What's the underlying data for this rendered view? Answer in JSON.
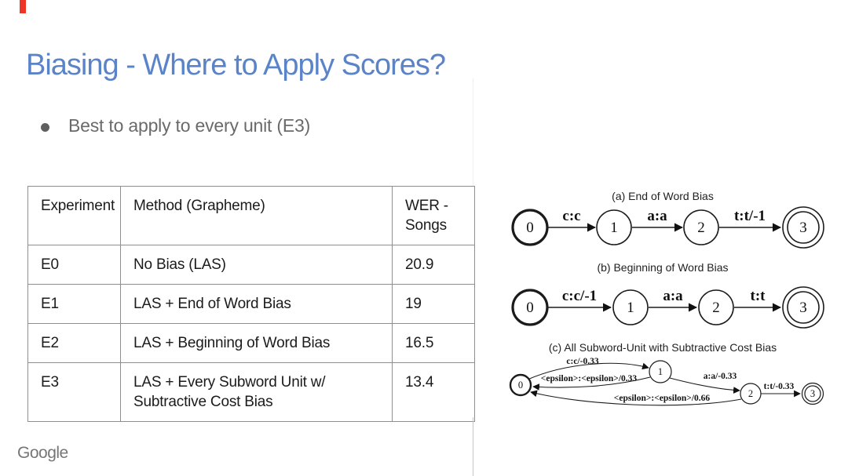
{
  "slide": {
    "title": "Biasing - Where to Apply Scores?",
    "bullet": "Best to apply to every unit (E3)",
    "footer_logo": "Google"
  },
  "colors": {
    "title_blue": "#5b84c8",
    "accent_red": "#ee3424",
    "body_gray": "#6a6a6a",
    "logo_gray": "#767676",
    "table_border": "#8e8e8e",
    "diagram_ink": "#1b1b1b"
  },
  "table": {
    "headers": [
      "Experiment",
      "Method (Grapheme)",
      "WER - Songs"
    ],
    "rows": [
      [
        "E0",
        "No Bias (LAS)",
        "20.9"
      ],
      [
        "E1",
        "LAS + End of Word Bias",
        "19"
      ],
      [
        "E2",
        "LAS + Beginning of Word Bias",
        "16.5"
      ],
      [
        "E3",
        "LAS + Every Subword Unit w/ Subtractive Cost Bias",
        "13.4"
      ]
    ]
  },
  "fsa": {
    "a": {
      "caption": "(a) End of Word Bias",
      "states": [
        {
          "label": "0"
        },
        {
          "label": "1"
        },
        {
          "label": "2"
        },
        {
          "label": "3"
        }
      ],
      "edges": [
        {
          "label": "c:c"
        },
        {
          "label": "a:a"
        },
        {
          "label": "t:t/-1"
        }
      ]
    },
    "b": {
      "caption": "(b) Beginning of Word Bias",
      "states": [
        {
          "label": "0"
        },
        {
          "label": "1"
        },
        {
          "label": "2"
        },
        {
          "label": "3"
        }
      ],
      "edges": [
        {
          "label": "c:c/-1"
        },
        {
          "label": "a:a"
        },
        {
          "label": "t:t"
        }
      ]
    },
    "c": {
      "caption": "(c) All Subword-Unit with Subtractive Cost Bias",
      "states": [
        {
          "label": "0"
        },
        {
          "label": "1"
        },
        {
          "label": "2"
        },
        {
          "label": "3"
        }
      ],
      "edges": [
        {
          "label": "c:c/-0.33"
        },
        {
          "label": "<epsilon>:<epsilon>/0.33"
        },
        {
          "label": "a:a/-0.33"
        },
        {
          "label": "<epsilon>:<epsilon>/0.66"
        },
        {
          "label": "t:t/-0.33"
        }
      ]
    }
  }
}
